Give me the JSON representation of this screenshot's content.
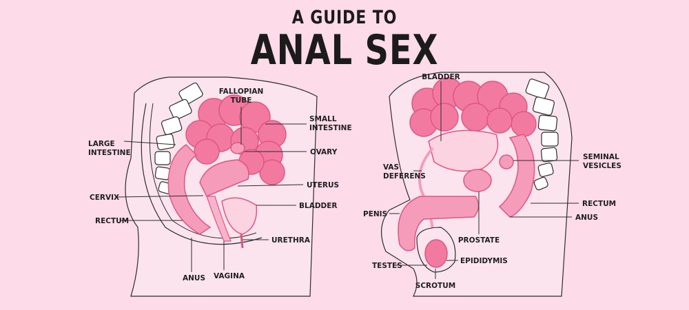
{
  "title": {
    "line1": "A GUIDE TO",
    "line2": "ANAL SEX"
  },
  "female": {
    "fallopian_line1": "FALLOPIAN",
    "fallopian_line2": "TUBE",
    "small_intestine_line1": "SMALL",
    "small_intestine_line2": "INTESTINE",
    "large_intestine_line1": "LARGE",
    "large_intestine_line2": "INTESTINE",
    "ovary": "OVARY",
    "uterus": "UTERUS",
    "cervix": "CERVIX",
    "bladder": "BLADDER",
    "rectum": "RECTUM",
    "urethra": "URETHRA",
    "anus": "ANUS",
    "vagina": "VAGINA"
  },
  "male": {
    "bladder": "BLADDER",
    "vas_deferens_line1": "VAS",
    "vas_deferens_line2": "DEFERENS",
    "seminal_vesicles_line1": "SEMINAL",
    "seminal_vesicles_line2": "VESICLES",
    "rectum": "RECTUM",
    "penis": "PENIS",
    "anus": "ANUS",
    "prostate": "PROSTATE",
    "epididymis": "EPIDIDYMIS",
    "testes": "TESTES",
    "scrotum": "SCROTUM"
  },
  "colors": {
    "background": "#fddbe8",
    "organ_dark": "#f27aa1",
    "organ_light": "#f59cbb",
    "outline": "#2b2b2b"
  }
}
